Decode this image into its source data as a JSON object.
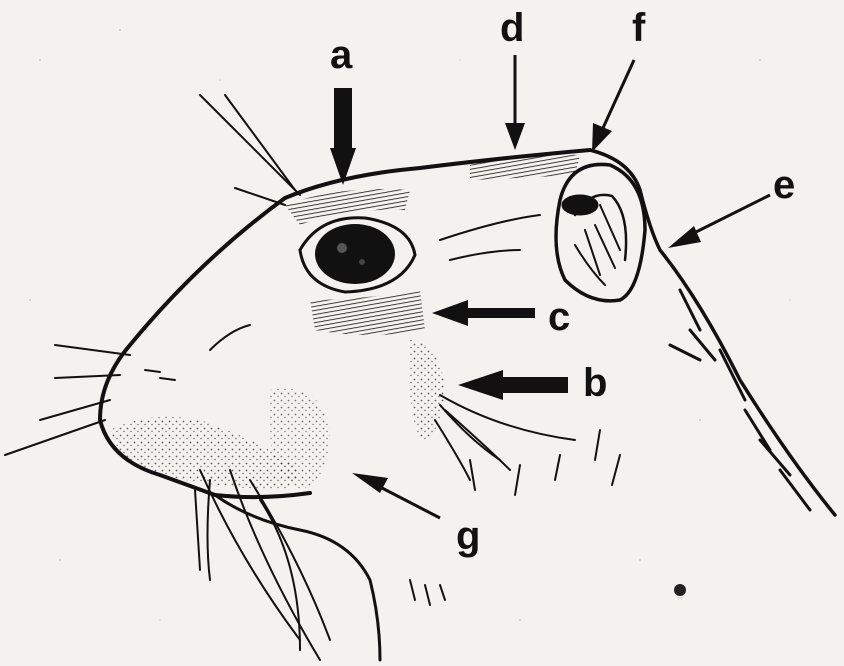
{
  "labels": {
    "a": "a",
    "b": "b",
    "c": "c",
    "d": "d",
    "e": "e",
    "f": "f",
    "g": "g"
  },
  "colors": {
    "paper": "#f4f2ee",
    "ink": "#111111"
  }
}
